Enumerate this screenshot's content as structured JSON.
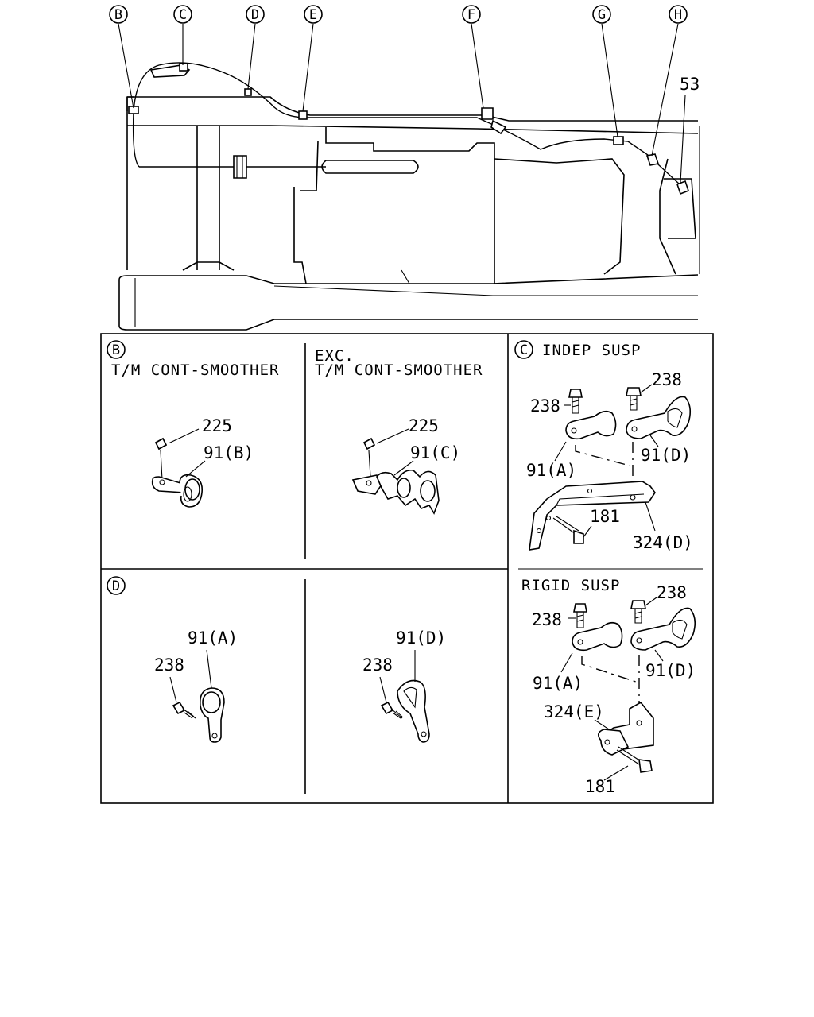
{
  "overview": {
    "view_letters": [
      "B",
      "C",
      "D",
      "E",
      "F",
      "G",
      "H"
    ],
    "part_53": "53"
  },
  "panel_b": {
    "letter": "B",
    "left": {
      "title": "T/M CONT-SMOOTHER",
      "nut_label": "225",
      "clip_label": "91(B)"
    },
    "right": {
      "title_line1": "EXC.",
      "title_line2": "T/M CONT-SMOOTHER",
      "nut_label": "225",
      "clip_label": "91(C)"
    }
  },
  "panel_c": {
    "letter": "C",
    "indep": {
      "title": "INDEP SUSP",
      "bolt_left": "238",
      "bolt_right": "238",
      "clip_a": "91(A)",
      "clip_d": "91(D)",
      "bolt_181": "181",
      "bracket": "324(D)"
    },
    "rigid": {
      "title": "RIGID SUSP",
      "bolt_left": "238",
      "bolt_right": "238",
      "clip_a": "91(A)",
      "clip_d": "91(D)",
      "bracket": "324(E)",
      "bolt_181": "181"
    }
  },
  "panel_d": {
    "letter": "D",
    "left": {
      "clip": "91(A)",
      "bolt": "238"
    },
    "right": {
      "clip": "91(D)",
      "bolt": "238"
    }
  }
}
